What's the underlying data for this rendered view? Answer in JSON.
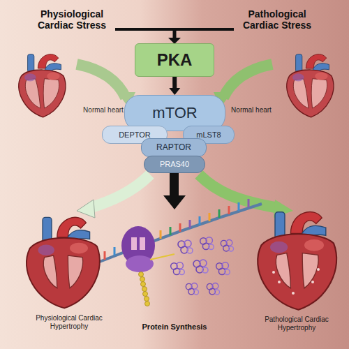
{
  "diagram": {
    "nodes": [
      {
        "text": [
          "PKA"
        ]
      },
      {
        "text": [
          "mTOR"
        ]
      },
      {
        "text": [
          "DEPTOR"
        ]
      },
      {
        "text": [
          "mLST8"
        ]
      },
      {
        "text": [
          "RAPTOR"
        ]
      },
      {
        "text": [
          "PRAS40"
        ]
      }
    ],
    "edges": [
      {
        "from": 0,
        "to": 1,
        "arrow": "to"
      }
    ],
    "labels": [
      "Physiological Cardiac Stress",
      "Pathological Cardiac Stress",
      "Normal heart",
      "Normal heart",
      "Physiological Cardiac Hypertrophy",
      "Pathological Cardiac Hypertrophy",
      "Protein Synthesis"
    ]
  }
}
